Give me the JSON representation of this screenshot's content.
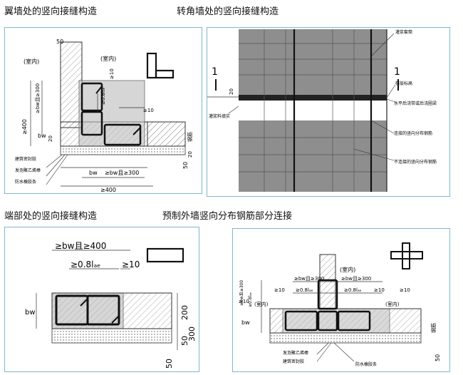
{
  "titles": {
    "wing": "翼墙处的竖向接缝构造",
    "corner": "转角墙处的竖向接缝构造",
    "end": "端部处的竖向接缝构造",
    "rebar": "预制外墙竖向分布钢筋部分连接"
  },
  "wing_detail": {
    "d50": "50",
    "indoor_left": "(室内)",
    "indoor_top": "(室内)",
    "dim_400": "≥400",
    "dim_bw300": "≥bw且≥300",
    "dim_10": "≥10",
    "dim_08": "≥0.8lₐₑ",
    "dim_10b": "≥10",
    "bw": "bw",
    "dim_20": "20",
    "bottom_bw": "bw",
    "bottom_300": "≥bw且≥300",
    "bottom_400": "≥400",
    "right_mark": "钢筋",
    "dim_50": "50",
    "dim_20b": "20",
    "callout1": "建筑密封胶",
    "callout2": "发泡聚乙烯棒",
    "callout3": "防水橡胶条"
  },
  "corner_detail": {
    "section_left": "1",
    "section_right": "1",
    "dim_20": "20",
    "note1": "灌浆套筒",
    "note2": "楼层标高",
    "note3": "水平后浇带或后浇圈梁",
    "note4": "连接的竖向分布钢筋",
    "note5": "不连接的竖向分布钢筋",
    "note_left": "灌浆料填实"
  },
  "end_detail": {
    "dim_top": "≥bw且≥400",
    "dim_08": "≥0.8lₐₑ",
    "dim_10": "≥10",
    "bw": "bw",
    "d200": "200",
    "d300": "300",
    "d50a": "50",
    "d50b": "50"
  },
  "rebar_detail": {
    "indoor_top": "(室内)",
    "indoor_left": "(室内)",
    "indoor_right": "(室内)",
    "dim_a": "≥bw且≥300",
    "dim_b": "≥bw且≥300",
    "dim_08a": "≥0.8lₐₑ",
    "dim_08b": "≥0.8lₐₑ",
    "dim_10a": "≥10",
    "dim_10b": "≥10",
    "dim_10c": "≥10",
    "dim_10d": "≥10",
    "left_v1": "≥bw且≥300",
    "left_v2": "≥0.8lₐₑ",
    "bw": "bw",
    "d50": "50",
    "r_mark": "钢筋",
    "callout1": "发泡聚乙烯棒",
    "callout2": "建筑密封胶",
    "callout3": "防水橡胶条"
  }
}
